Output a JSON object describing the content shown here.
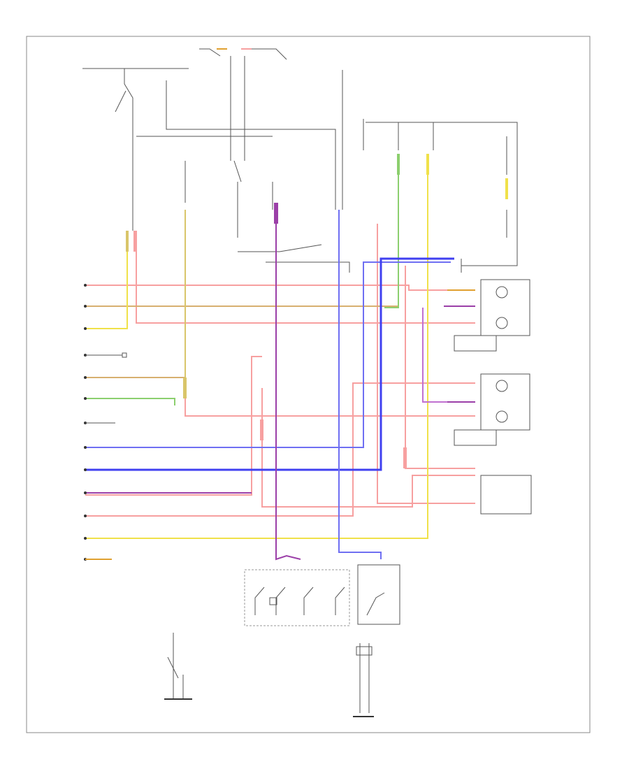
{
  "diagram": {
    "page_number": "",
    "wire_colors": {
      "red": "#f28c8c",
      "yellow": "#f0e14a",
      "green": "#8ccf6e",
      "blue": "#6f6ff2",
      "purple": "#9b3fa8",
      "orange": "#e0a030",
      "dark": "#333333",
      "brown": "#b07030",
      "pink": "#f7b5b5"
    },
    "left_pin_labels": [
      {
        "id": "pin-1",
        "text": ""
      },
      {
        "id": "pin-2",
        "text": ""
      },
      {
        "id": "pin-3",
        "text": ""
      },
      {
        "id": "pin-4",
        "text": ""
      },
      {
        "id": "pin-5",
        "text": ""
      },
      {
        "id": "pin-6",
        "text": ""
      },
      {
        "id": "pin-7",
        "text": ""
      },
      {
        "id": "pin-8",
        "text": ""
      },
      {
        "id": "pin-9",
        "text": ""
      },
      {
        "id": "pin-10",
        "text": ""
      },
      {
        "id": "pin-11",
        "text": ""
      },
      {
        "id": "pin-12",
        "text": ""
      },
      {
        "id": "pin-13",
        "text": ""
      },
      {
        "id": "pin-14",
        "text": ""
      }
    ],
    "components": {
      "left_headlight": "",
      "right_headlight": "",
      "left_front_marker": "",
      "right_front_marker": "",
      "high_beam_indicator": "",
      "dimmer_switch": "",
      "headlight_switch": "",
      "combination_switch": "",
      "passing_switch": ""
    }
  }
}
